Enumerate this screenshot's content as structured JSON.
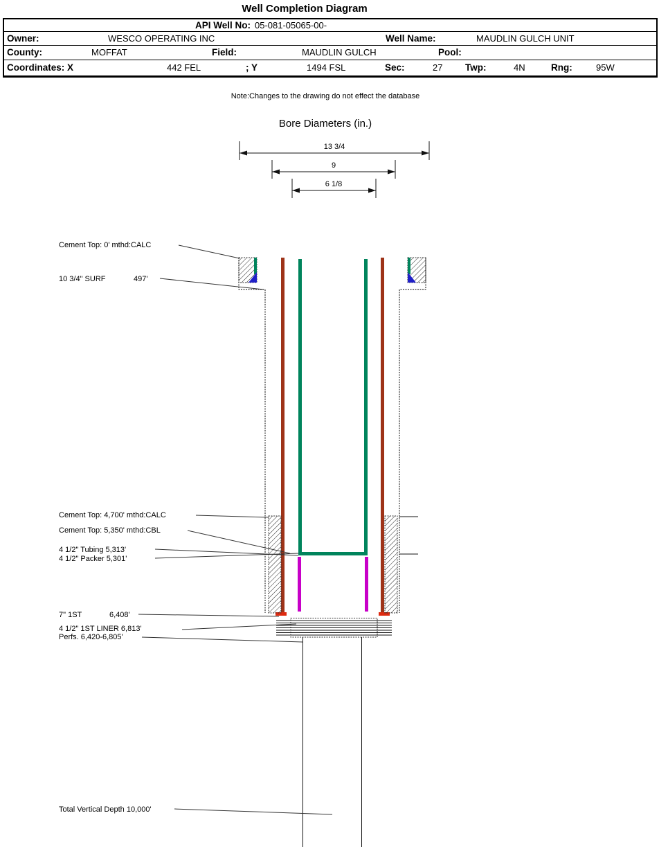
{
  "page": {
    "title": "Well Completion Diagram"
  },
  "header_table": {
    "api": {
      "label": "API Well No:",
      "value": "05-081-05065-00-"
    },
    "owner": {
      "label": "Owner:",
      "value": "WESCO OPERATING INC"
    },
    "well_name": {
      "label": "Well Name:",
      "value": "MAUDLIN GULCH UNIT"
    },
    "county": {
      "label": "County:",
      "value": "MOFFAT"
    },
    "field": {
      "label": "Field:",
      "value": "MAUDLIN GULCH"
    },
    "pool": {
      "label": "Pool:",
      "value": ""
    },
    "coordinates": {
      "label": "Coordinates: X",
      "x_value": "442 FEL",
      "y_label": "; Y",
      "y_value": "1494 FSL"
    },
    "sec": {
      "label": "Sec:",
      "value": "27"
    },
    "twp": {
      "label": "Twp:",
      "value": "4N"
    },
    "rng": {
      "label": "Rng:",
      "value": "95W"
    }
  },
  "note": "Note:Changes to the drawing do not effect the database",
  "bore_diameters": {
    "title": "Bore Diameters (in.)",
    "values": [
      "13 3/4",
      "9",
      "6 1/8"
    ]
  },
  "annotations": {
    "cement_top_surface": "Cement Top: 0' mthd:CALC",
    "surface_casing_label": "10 3/4\" SURF",
    "surface_casing_depth": "497'",
    "cement_top_4700": "Cement Top: 4,700' mthd:CALC",
    "cement_top_5350": "Cement Top: 5,350' mthd:CBL",
    "tubing": "4 1/2\" Tubing 5,313'",
    "packer": "4 1/2\" Packer 5,301'",
    "casing_7_label": "7\" 1ST",
    "casing_7_depth": "6,408'",
    "liner": "4 1/2\" 1ST LINER  6,813'",
    "perfs": "Perfs. 6,420-6,805'",
    "tvd": "Total Vertical Depth 10,000'"
  },
  "colors": {
    "casing": "#9E3318",
    "tubing": "#00845C",
    "packer": "#C800C8",
    "shoe": "#DE2A10",
    "cement_accent_green": "#00845C",
    "cement_accent_blue": "#2020C8"
  }
}
